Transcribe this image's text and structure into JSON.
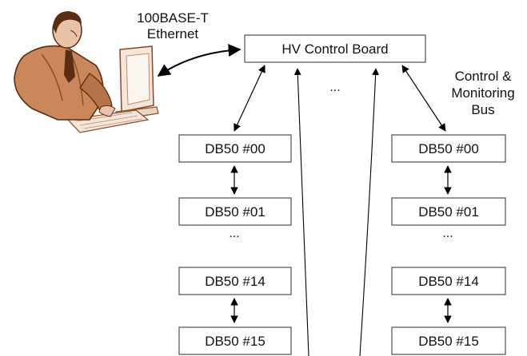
{
  "labels": {
    "ethernet_line1": "100BASE-T",
    "ethernet_line2": "Ethernet",
    "control_bus_line1": "Control &",
    "control_bus_line2": "Monitoring",
    "control_bus_line3": "Bus"
  },
  "hv_board": {
    "label": "HV Control Board"
  },
  "ellipsis": {
    "top_middle": "...",
    "left_chain": "...",
    "right_chain": "..."
  },
  "left_chain": {
    "db00": "DB50 #00",
    "db01": "DB50 #01",
    "db14": "DB50 #14",
    "db15": "DB50 #15"
  },
  "right_chain": {
    "db00": "DB50 #00",
    "db01": "DB50 #01",
    "db14": "DB50 #14",
    "db15": "DB50 #15"
  },
  "icons": {
    "operator": "person-at-computer-icon"
  },
  "colors": {
    "box_border": "#5a5a5a",
    "line": "#000000",
    "skin": "#c9875a",
    "skin_shadow": "#8a4a25",
    "monitor": "#f3e6dd"
  }
}
